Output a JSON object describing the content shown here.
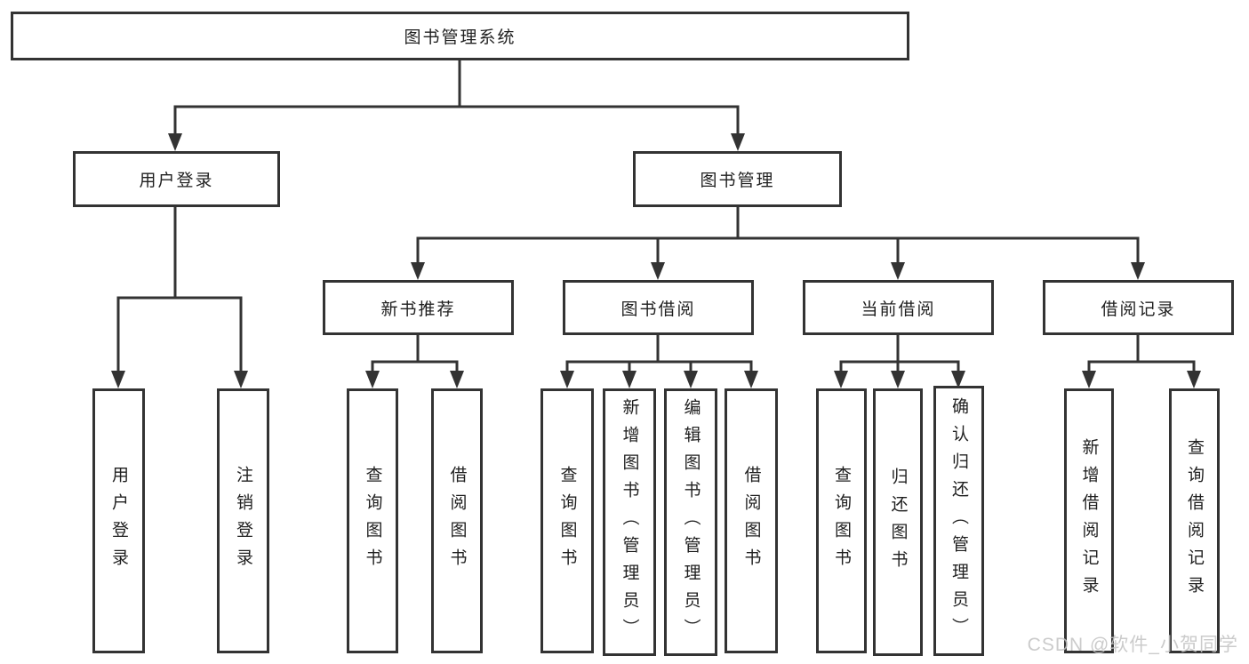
{
  "hierarchy": {
    "label": "图书管理系统",
    "children": [
      {
        "label": "用户登录",
        "children": [
          {
            "label": "用户登录"
          },
          {
            "label": "注销登录"
          }
        ]
      },
      {
        "label": "图书管理",
        "children": [
          {
            "label": "新书推荐",
            "children": [
              {
                "label": "查询图书"
              },
              {
                "label": "借阅图书"
              }
            ]
          },
          {
            "label": "图书借阅",
            "children": [
              {
                "label": "查询图书"
              },
              {
                "label": "新增图书（管理员）"
              },
              {
                "label": "编辑图书（管理员）"
              },
              {
                "label": "借阅图书"
              }
            ]
          },
          {
            "label": "当前借阅",
            "children": [
              {
                "label": "查询图书"
              },
              {
                "label": "归还图书"
              },
              {
                "label": "确认归还（管理员）"
              }
            ]
          },
          {
            "label": "借阅记录",
            "children": [
              {
                "label": "新增借阅记录"
              },
              {
                "label": "查询借阅记录"
              }
            ]
          }
        ]
      }
    ]
  },
  "watermark": {
    "text": "CSDN @软件_小贺同学"
  },
  "colors": {
    "line": "#333333",
    "border": "#333333",
    "fill": "#ffffff",
    "text": "#1f1f1f",
    "watermark": "#c2c2c2"
  }
}
